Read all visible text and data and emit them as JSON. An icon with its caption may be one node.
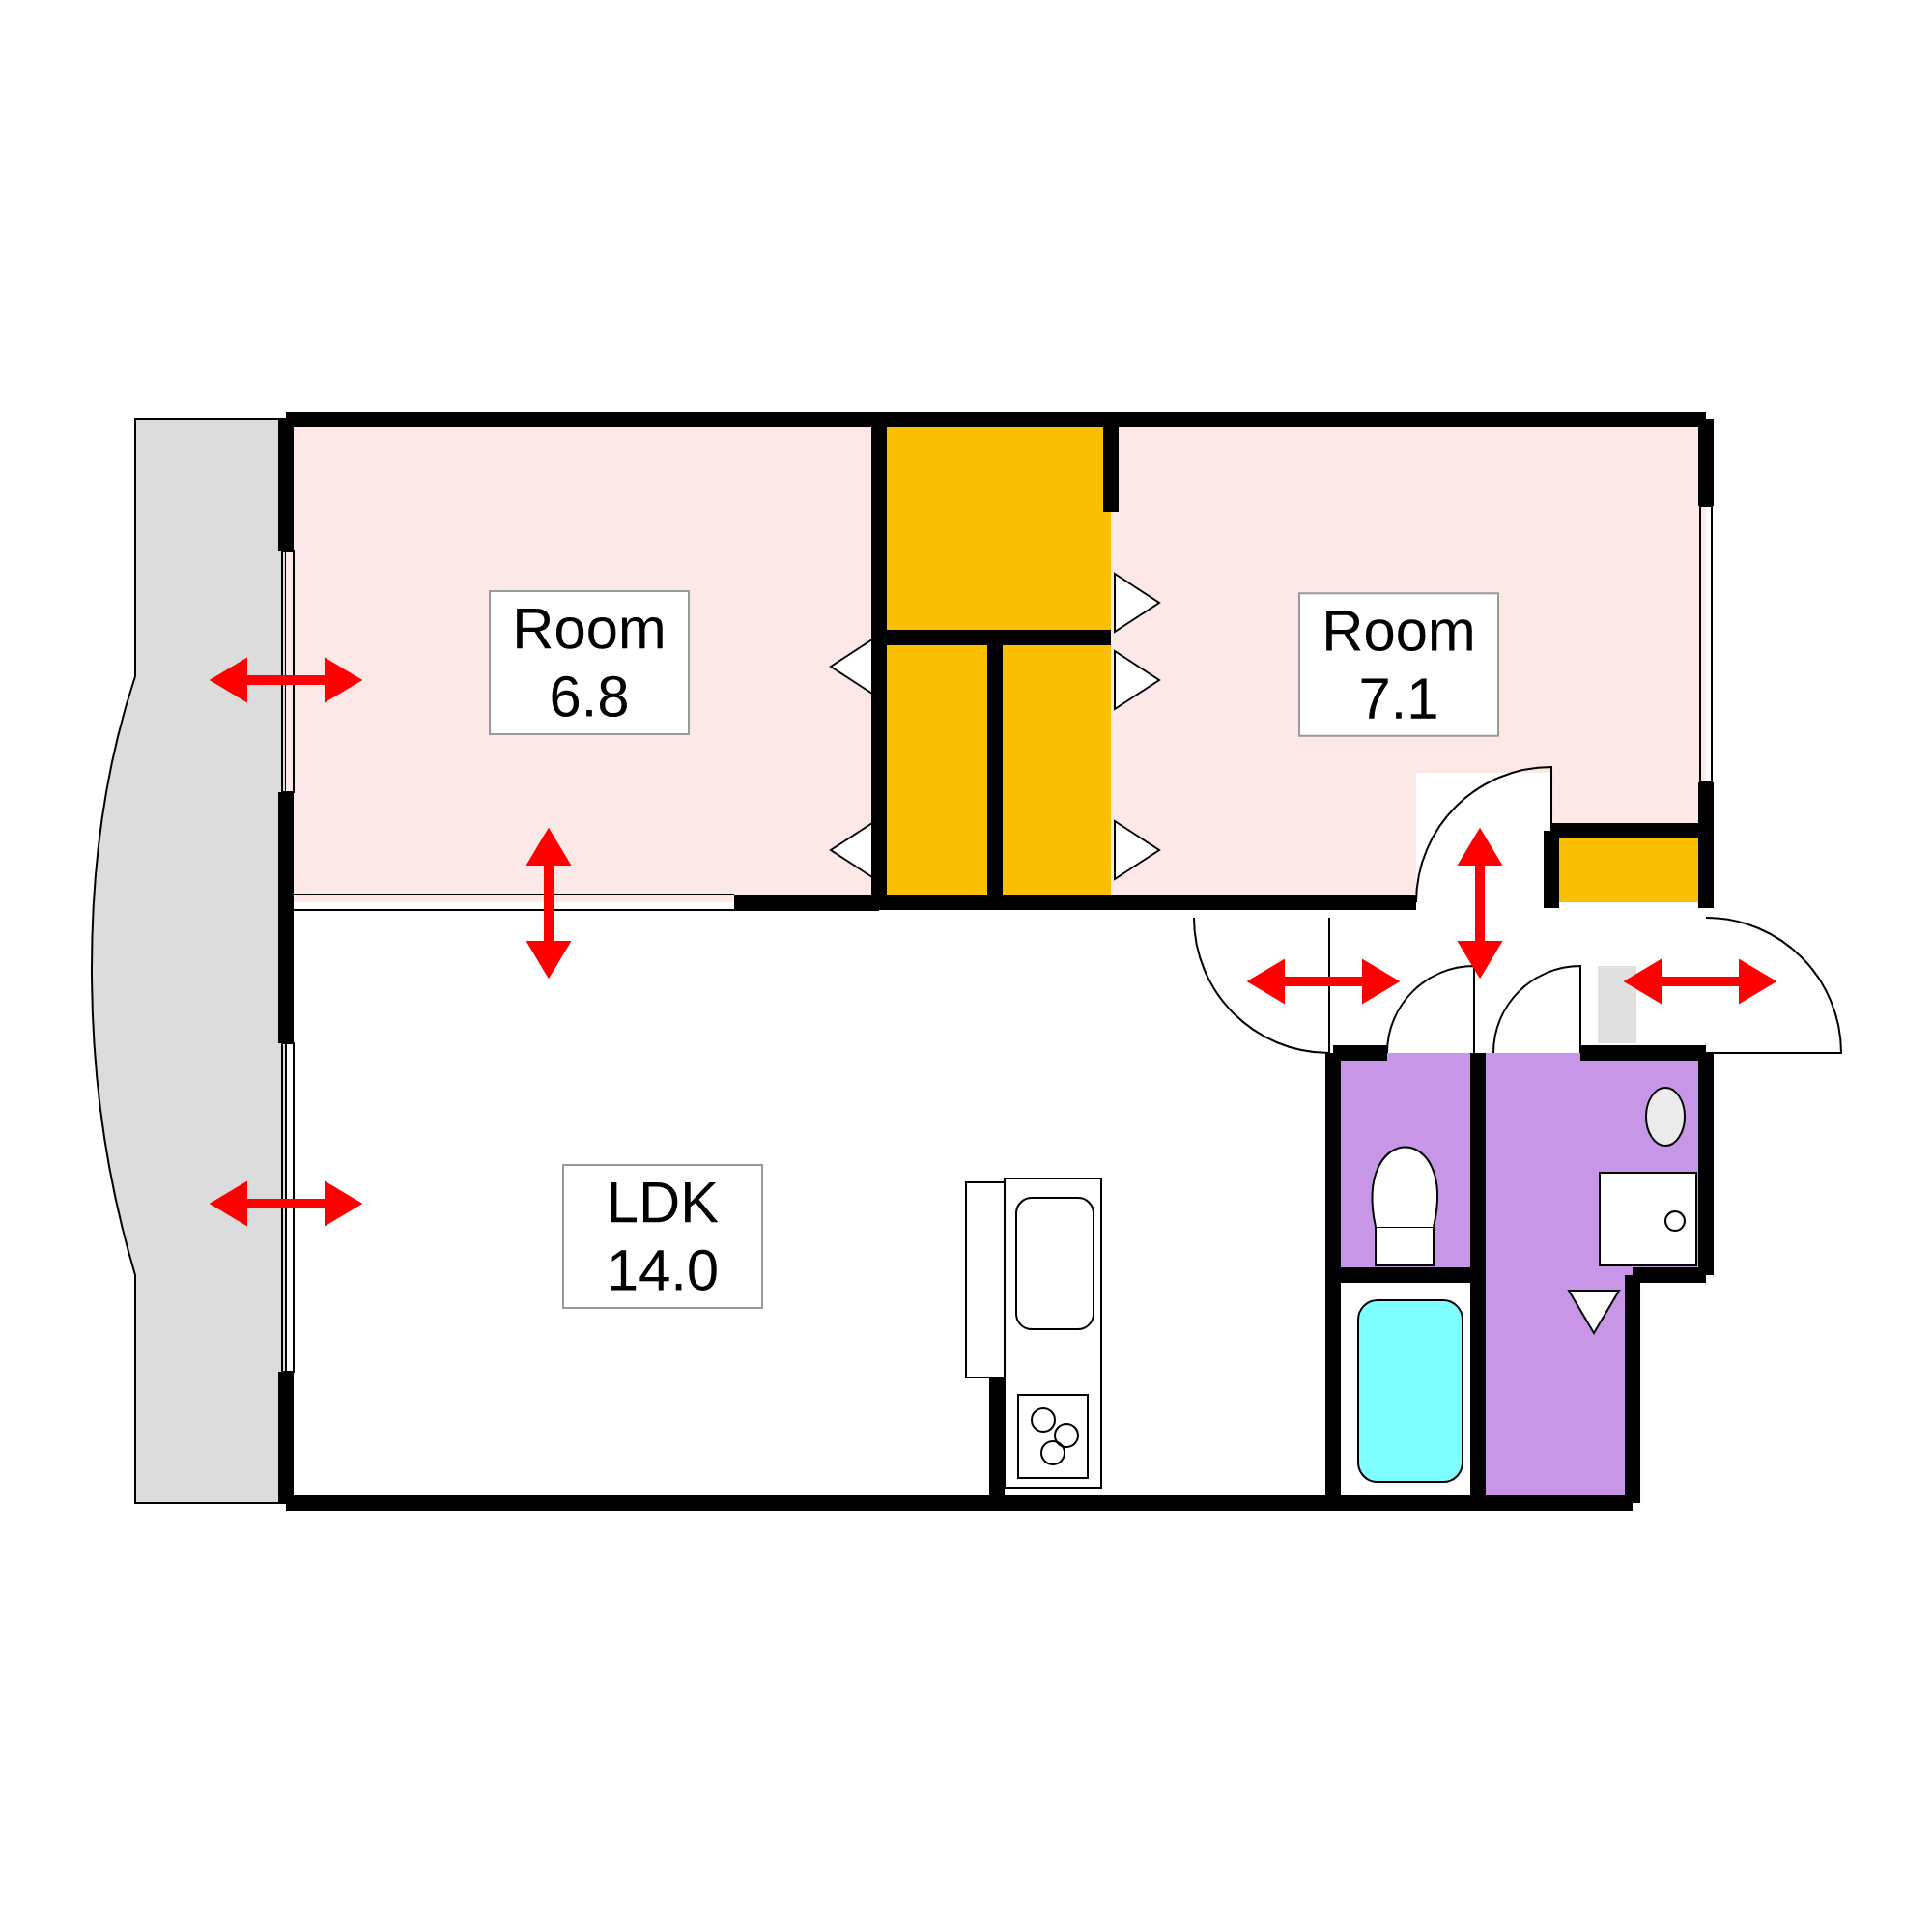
{
  "diagram": {
    "nodes": [
      {
        "text": [
          "Room 6.8"
        ]
      },
      {
        "text": [
          "Room 7.1"
        ]
      },
      {
        "text": [
          "LDK 14.0"
        ]
      }
    ]
  }
}
